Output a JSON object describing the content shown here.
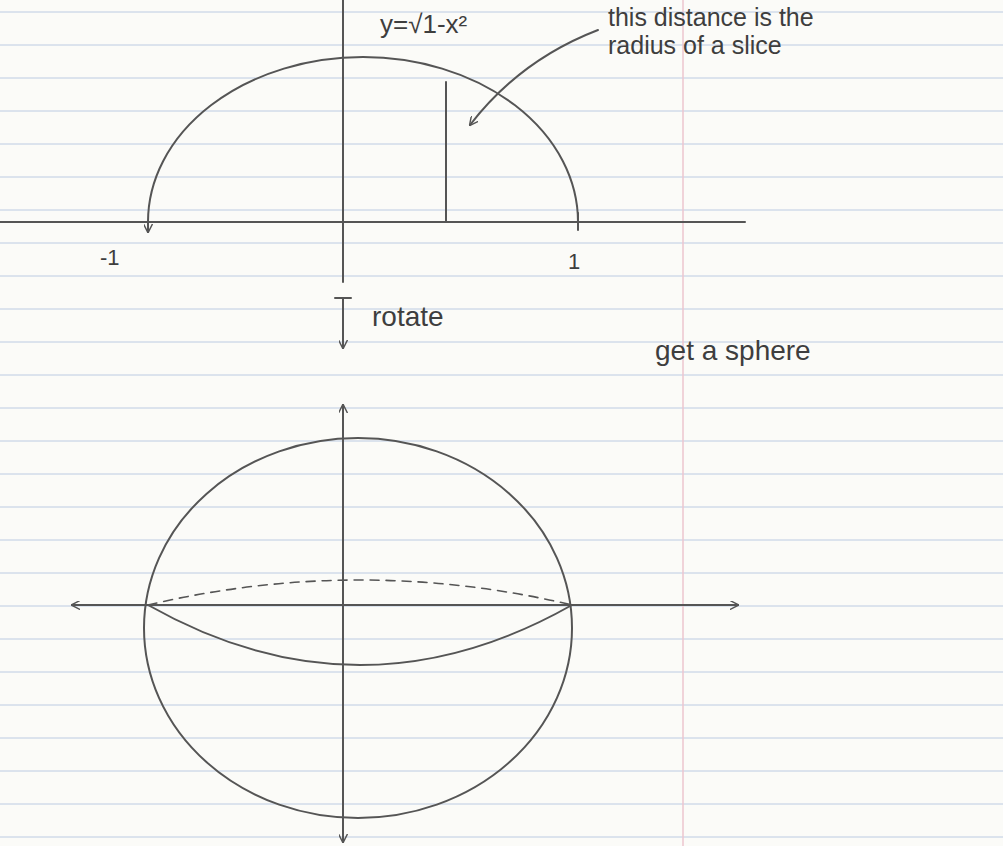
{
  "diagram": {
    "labels": [
      "y=√1-x²",
      "this distance is the radius of a slice",
      "-1",
      "1",
      "rotate",
      "get a sphere"
    ]
  }
}
